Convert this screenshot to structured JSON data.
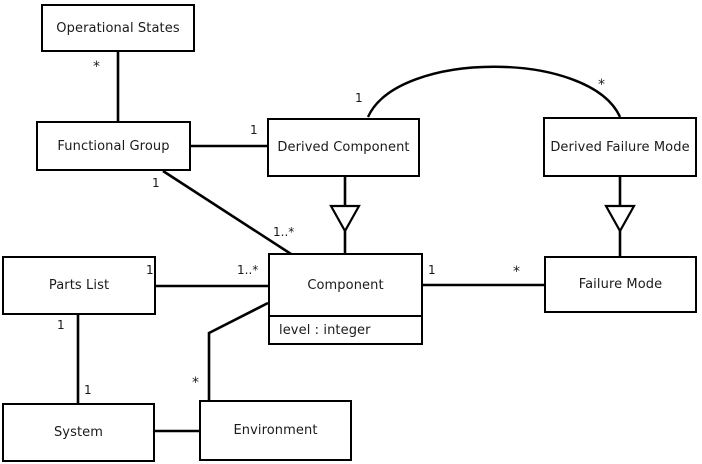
{
  "diagram": {
    "title": "UML class diagram",
    "background_color": "#ffffff",
    "line_color": "#000000",
    "text_color": "#1a1a1a",
    "classes": [
      {
        "id": "operational-states",
        "name": "Operational States",
        "attributes": []
      },
      {
        "id": "functional-group",
        "name": "Functional Group",
        "attributes": []
      },
      {
        "id": "derived-component",
        "name": "Derived Component",
        "attributes": []
      },
      {
        "id": "derived-failure-mode",
        "name": "Derived Failure Mode",
        "attributes": []
      },
      {
        "id": "parts-list",
        "name": "Parts List",
        "attributes": []
      },
      {
        "id": "component",
        "name": "Component",
        "attributes": [
          "level : integer"
        ]
      },
      {
        "id": "failure-mode",
        "name": "Failure Mode",
        "attributes": []
      },
      {
        "id": "system",
        "name": "System",
        "attributes": []
      },
      {
        "id": "environment",
        "name": "Environment",
        "attributes": []
      }
    ],
    "multiplicities": [
      {
        "id": "m-opstates-fg",
        "text": "*",
        "near": "operational-states"
      },
      {
        "id": "m-fg-dc",
        "text": "1",
        "near": "derived-component"
      },
      {
        "id": "m-dc-arc",
        "text": "1",
        "near": "derived-component"
      },
      {
        "id": "m-dfm-arc",
        "text": "*",
        "near": "derived-failure-mode"
      },
      {
        "id": "m-fg-comp",
        "text": "1",
        "near": "functional-group"
      },
      {
        "id": "m-comp-fg",
        "text": "1..*",
        "near": "component"
      },
      {
        "id": "m-partslist",
        "text": "1",
        "near": "parts-list"
      },
      {
        "id": "m-comp-parts",
        "text": "1..*",
        "near": "component"
      },
      {
        "id": "m-comp-fm",
        "text": "1",
        "near": "component"
      },
      {
        "id": "m-fm-comp",
        "text": "*",
        "near": "failure-mode"
      },
      {
        "id": "m-parts-sys",
        "text": "1",
        "near": "parts-list"
      },
      {
        "id": "m-sys-parts",
        "text": "1",
        "near": "system"
      },
      {
        "id": "m-env-comp",
        "text": "*",
        "near": "environment"
      }
    ],
    "relationships": [
      {
        "id": "rel-opstates-functionalgroup",
        "kind": "association",
        "from": "operational-states",
        "to": "functional-group"
      },
      {
        "id": "rel-functionalgroup-derivedcomponent",
        "kind": "association",
        "from": "functional-group",
        "to": "derived-component"
      },
      {
        "id": "rel-derivedcomponent-derivedfailuremode",
        "kind": "association-curved",
        "from": "derived-component",
        "to": "derived-failure-mode"
      },
      {
        "id": "rel-functionalgroup-component",
        "kind": "association",
        "from": "functional-group",
        "to": "component"
      },
      {
        "id": "rel-derivedcomponent-component",
        "kind": "generalization",
        "from": "derived-component",
        "to": "component"
      },
      {
        "id": "rel-derivedfailuremode-failuremode",
        "kind": "generalization",
        "from": "derived-failure-mode",
        "to": "failure-mode"
      },
      {
        "id": "rel-partslist-component",
        "kind": "association",
        "from": "parts-list",
        "to": "component"
      },
      {
        "id": "rel-component-failuremode",
        "kind": "association",
        "from": "component",
        "to": "failure-mode"
      },
      {
        "id": "rel-partslist-system",
        "kind": "association",
        "from": "parts-list",
        "to": "system"
      },
      {
        "id": "rel-system-environment",
        "kind": "association",
        "from": "system",
        "to": "environment"
      },
      {
        "id": "rel-environment-component",
        "kind": "association",
        "from": "environment",
        "to": "component"
      }
    ]
  }
}
